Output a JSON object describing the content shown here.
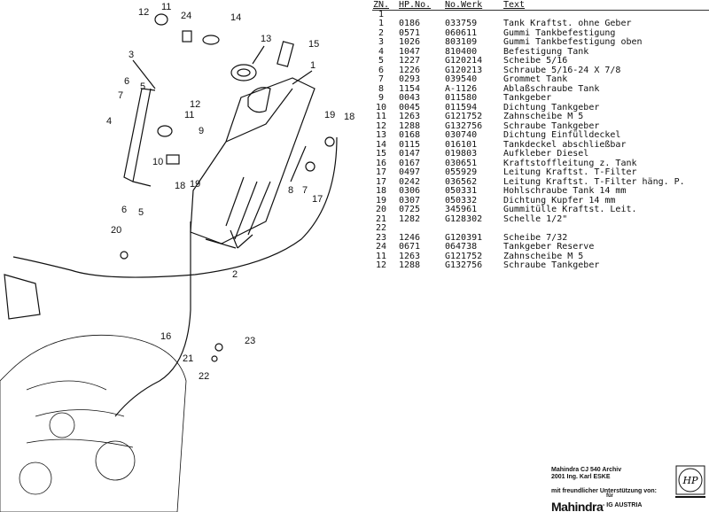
{
  "table": {
    "headers": {
      "zn": "ZN.",
      "hp": "HP.No.",
      "werk": "No.Werk",
      "text": "Text"
    },
    "rows": [
      {
        "zn": "1",
        "hp": "",
        "werk": "",
        "text": ""
      },
      {
        "zn": "1",
        "hp": "0186",
        "werk": "033759",
        "text": "Tank Kraftst. ohne Geber"
      },
      {
        "zn": "2",
        "hp": "0571",
        "werk": "060611",
        "text": "Gummi Tankbefestigung"
      },
      {
        "zn": "3",
        "hp": "1026",
        "werk": "803109",
        "text": "Gummi Tankbefestigung oben"
      },
      {
        "zn": "4",
        "hp": "1047",
        "werk": "810400",
        "text": "Befestigung Tank"
      },
      {
        "zn": "5",
        "hp": "1227",
        "werk": "G120214",
        "text": "Scheibe 5/16"
      },
      {
        "zn": "6",
        "hp": "1226",
        "werk": "G120213",
        "text": "Schraube 5/16-24 X 7/8"
      },
      {
        "zn": "7",
        "hp": "0293",
        "werk": "039540",
        "text": "Grommet Tank"
      },
      {
        "zn": "8",
        "hp": "1154",
        "werk": "A-1126",
        "text": "Ablaßschraube Tank"
      },
      {
        "zn": "9",
        "hp": "0043",
        "werk": "011580",
        "text": "Tankgeber"
      },
      {
        "zn": "10",
        "hp": "0045",
        "werk": "011594",
        "text": "Dichtung Tankgeber"
      },
      {
        "zn": "11",
        "hp": "1263",
        "werk": "G121752",
        "text": "Zahnscheibe M 5"
      },
      {
        "zn": "12",
        "hp": "1288",
        "werk": "G132756",
        "text": "Schraube Tankgeber"
      },
      {
        "zn": "13",
        "hp": "0168",
        "werk": "030740",
        "text": "Dichtung Einfülldeckel"
      },
      {
        "zn": "14",
        "hp": "0115",
        "werk": "016101",
        "text": "Tankdeckel abschließbar"
      },
      {
        "zn": "15",
        "hp": "0147",
        "werk": "019803",
        "text": "Aufkleber Diesel"
      },
      {
        "zn": "16",
        "hp": "0167",
        "werk": "030651",
        "text": "Kraftstoffleitung z. Tank"
      },
      {
        "zn": "17",
        "hp": "0497",
        "werk": "055929",
        "text": "Leitung Kraftst. T-Filter"
      },
      {
        "zn": "17",
        "hp": "0242",
        "werk": "036562",
        "text": "Leitung Kraftst. T-Filter häng. P."
      },
      {
        "zn": "18",
        "hp": "0306",
        "werk": "050331",
        "text": "Hohlschraube Tank 14 mm"
      },
      {
        "zn": "19",
        "hp": "0307",
        "werk": "050332",
        "text": "Dichtung Kupfer 14 mm"
      },
      {
        "zn": "20",
        "hp": "0725",
        "werk": "345961",
        "text": "Gummitülle Kraftst. Leit."
      },
      {
        "zn": "21",
        "hp": "1282",
        "werk": "G128302",
        "text": "Schelle 1/2\""
      },
      {
        "zn": "22",
        "hp": "",
        "werk": "",
        "text": ""
      },
      {
        "zn": "23",
        "hp": "1246",
        "werk": "G120391",
        "text": "Scheibe 7/32"
      },
      {
        "zn": "24",
        "hp": "0671",
        "werk": "064738",
        "text": "Tankgeber Reserve"
      },
      {
        "zn": "11",
        "hp": "1263",
        "werk": "G121752",
        "text": "Zahnscheibe M 5"
      },
      {
        "zn": "12",
        "hp": "1288",
        "werk": "G132756",
        "text": "Schraube Tankgeber"
      }
    ]
  },
  "diagram": {
    "callouts": [
      "12",
      "11",
      "24",
      "14",
      "13",
      "15",
      "1",
      "3",
      "6",
      "5",
      "7",
      "12",
      "11",
      "4",
      "9",
      "10",
      "19",
      "18",
      "8",
      "7",
      "17",
      "18",
      "19",
      "6",
      "5",
      "20",
      "2",
      "16",
      "21",
      "22",
      "23"
    ]
  },
  "credits": {
    "line1": "Mahindra CJ 540 Archiv",
    "line2": "2001 Ing. Karl ESKE",
    "line3": "mit freundlicher Unterstützung von:",
    "fuer": "für",
    "logo": "Mahindra",
    "ig": "- IG AUSTRIA",
    "seal": "HP"
  }
}
